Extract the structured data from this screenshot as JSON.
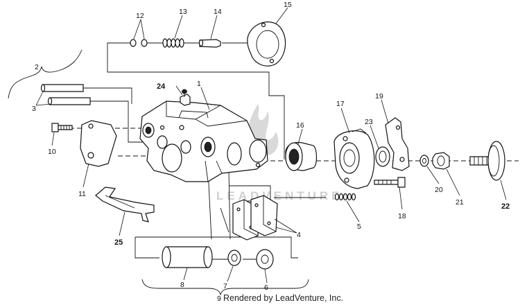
{
  "diagram": {
    "callouts": [
      {
        "id": "c1",
        "text": "1"
      },
      {
        "id": "c2",
        "text": "2"
      },
      {
        "id": "c3",
        "text": "3"
      },
      {
        "id": "c4",
        "text": "4"
      },
      {
        "id": "c5",
        "text": "5"
      },
      {
        "id": "c6",
        "text": "6"
      },
      {
        "id": "c7",
        "text": "7"
      },
      {
        "id": "c8",
        "text": "8"
      },
      {
        "id": "c9",
        "text": "9"
      },
      {
        "id": "c10",
        "text": "10"
      },
      {
        "id": "c11",
        "text": "11"
      },
      {
        "id": "c12",
        "text": "12"
      },
      {
        "id": "c13",
        "text": "13"
      },
      {
        "id": "c14",
        "text": "14"
      },
      {
        "id": "c15",
        "text": "15"
      },
      {
        "id": "c16",
        "text": "16"
      },
      {
        "id": "c17",
        "text": "17"
      },
      {
        "id": "c18",
        "text": "18"
      },
      {
        "id": "c19",
        "text": "19"
      },
      {
        "id": "c20",
        "text": "20"
      },
      {
        "id": "c21",
        "text": "21"
      },
      {
        "id": "c22",
        "text": "22"
      },
      {
        "id": "c23",
        "text": "23"
      },
      {
        "id": "c24",
        "text": "24"
      },
      {
        "id": "c25",
        "text": "25"
      }
    ],
    "watermark_text": "LEADVENTURE",
    "credit": "Rendered by LeadVenture, Inc."
  }
}
